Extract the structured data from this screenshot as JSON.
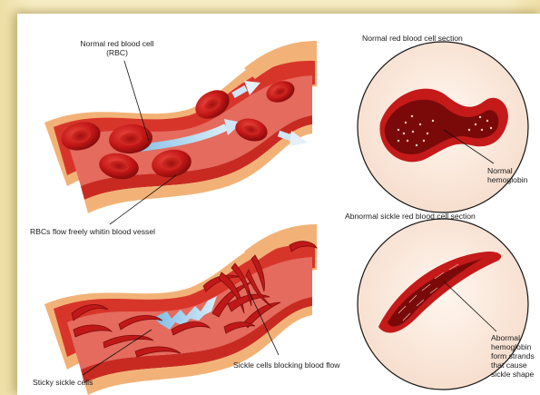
{
  "labels": {
    "normal_rbc": "Normal red blood cell",
    "normal_rbc_abbr": "(RBC)",
    "rbc_flow": "RBCs flow freely whitin blood vessel",
    "normal_section": "Normal red blood cell section",
    "normal_hemoglobin_1": "Normal",
    "normal_hemoglobin_2": "hemoglobin",
    "abnormal_section": "Abnormal sickle red blood cell section",
    "sticky_sickle": "Sticky sickle cells",
    "sickle_blocking": "Sickle cells blocking blood flow",
    "abnormal_hemo_1": "Abormal",
    "abnormal_hemo_2": "hemoglobin",
    "abnormal_hemo_3": "form strands",
    "abnormal_hemo_4": "that cause",
    "abnormal_hemo_5": "sickle shape"
  },
  "colors": {
    "background": "#f7edc4",
    "panel": "#ffffff",
    "vessel_outer": "#f2a868",
    "vessel_wall": "#d9352a",
    "vessel_inner": "#e8685a",
    "cell": "#c41a1a",
    "cell_dark": "#8c0f0f",
    "flow_arrow": "#a9d3ef"
  }
}
